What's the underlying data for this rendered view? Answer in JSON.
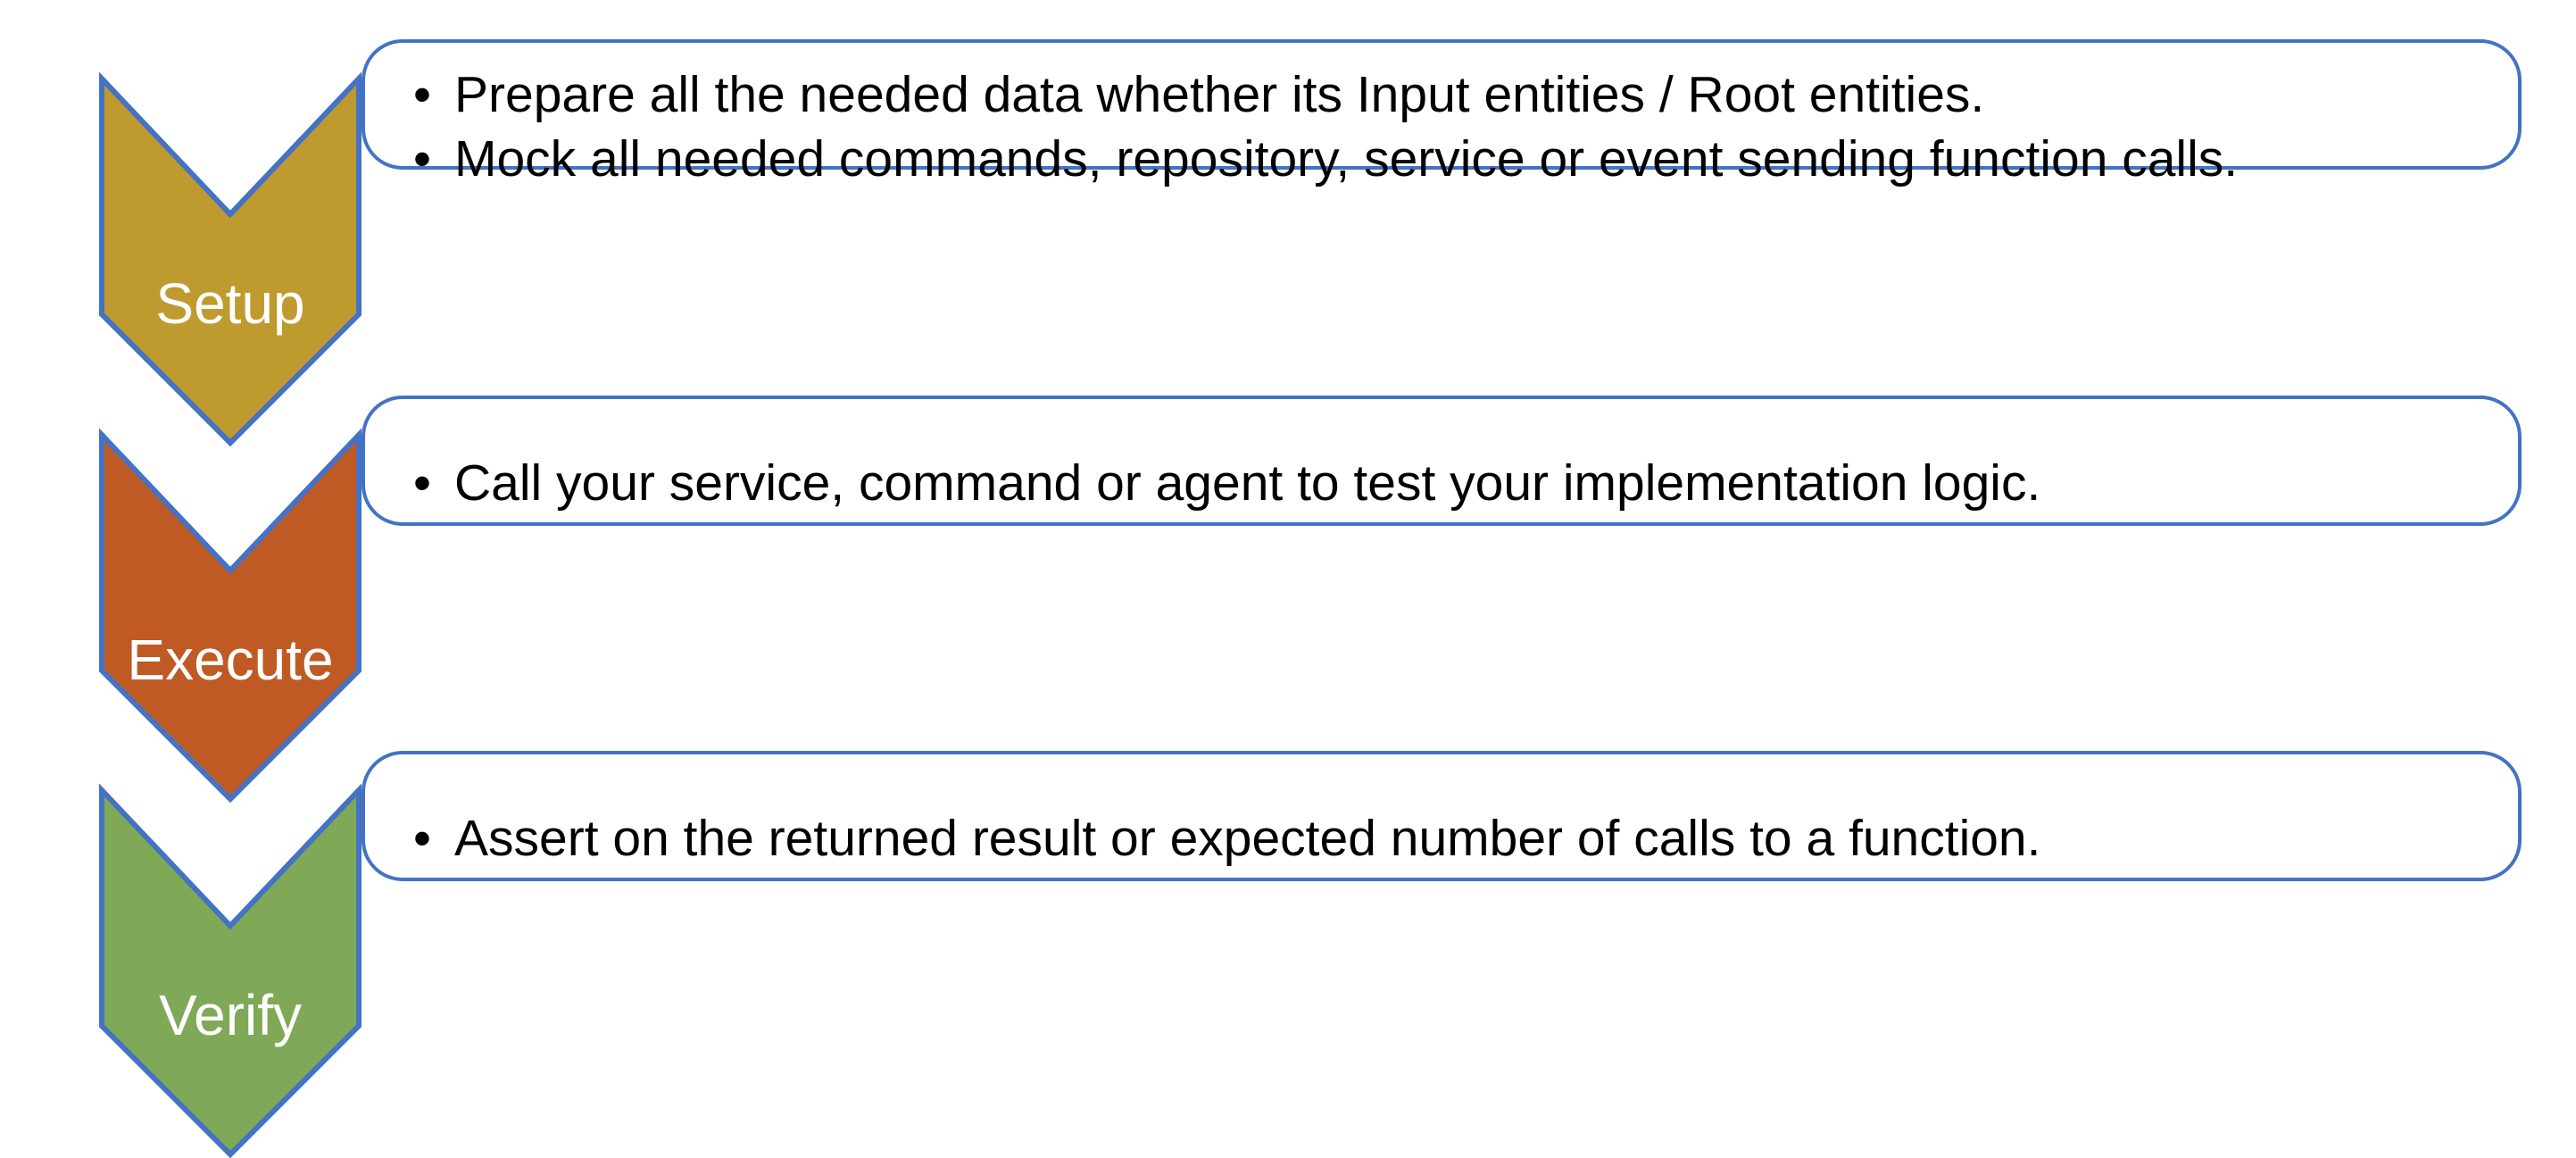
{
  "diagram": {
    "title": "Unit test phases flow",
    "type": "chevron-process",
    "colors": {
      "setup_fill": "#BF9A2F",
      "execute_fill": "#C05A25",
      "verify_fill": "#7FA957",
      "outline": "#4472C4",
      "box_border": "#4472C4",
      "box_background": "#FFFFFF",
      "label_text": "#FFFFFF",
      "bullet_text": "#000000"
    },
    "stages": [
      {
        "id": "setup",
        "label": "Setup",
        "fill": "#BF9A2F",
        "bullets": [
          "Prepare all the needed data whether its Input entities / Root entities.",
          "Mock all needed commands, repository, service or event sending function calls."
        ]
      },
      {
        "id": "execute",
        "label": "Execute",
        "fill": "#C05A25",
        "bullets": [
          "Call your service, command or agent to test your implementation logic."
        ]
      },
      {
        "id": "verify",
        "label": "Verify",
        "fill": "#7FA957",
        "bullets": [
          "Assert on the returned result or expected number of calls to a function."
        ]
      }
    ],
    "bullet_glyph": "•"
  }
}
